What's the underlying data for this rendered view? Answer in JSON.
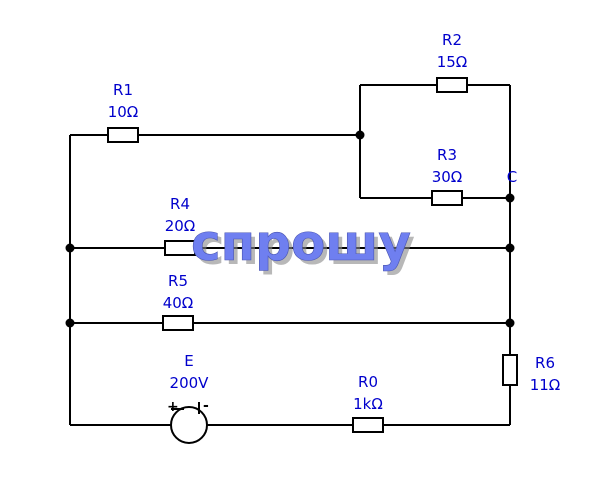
{
  "colors": {
    "wire": "#000000",
    "label": "#0000cc",
    "watermark": "#6f7ff0"
  },
  "components": {
    "r1": {
      "name": "R1",
      "value": "10Ω"
    },
    "r2": {
      "name": "R2",
      "value": "15Ω"
    },
    "r3": {
      "name": "R3",
      "value": "30Ω"
    },
    "r4": {
      "name": "R4",
      "value": "20Ω"
    },
    "r5": {
      "name": "R5",
      "value": "40Ω"
    },
    "r6": {
      "name": "R6",
      "value": "11Ω"
    },
    "r0": {
      "name": "R0",
      "value": "1kΩ"
    },
    "e": {
      "name": "E",
      "value": "200V",
      "plus": "+",
      "minus": "-"
    }
  },
  "node_labels": {
    "c": "C"
  },
  "watermark": {
    "text": "спрошу"
  }
}
